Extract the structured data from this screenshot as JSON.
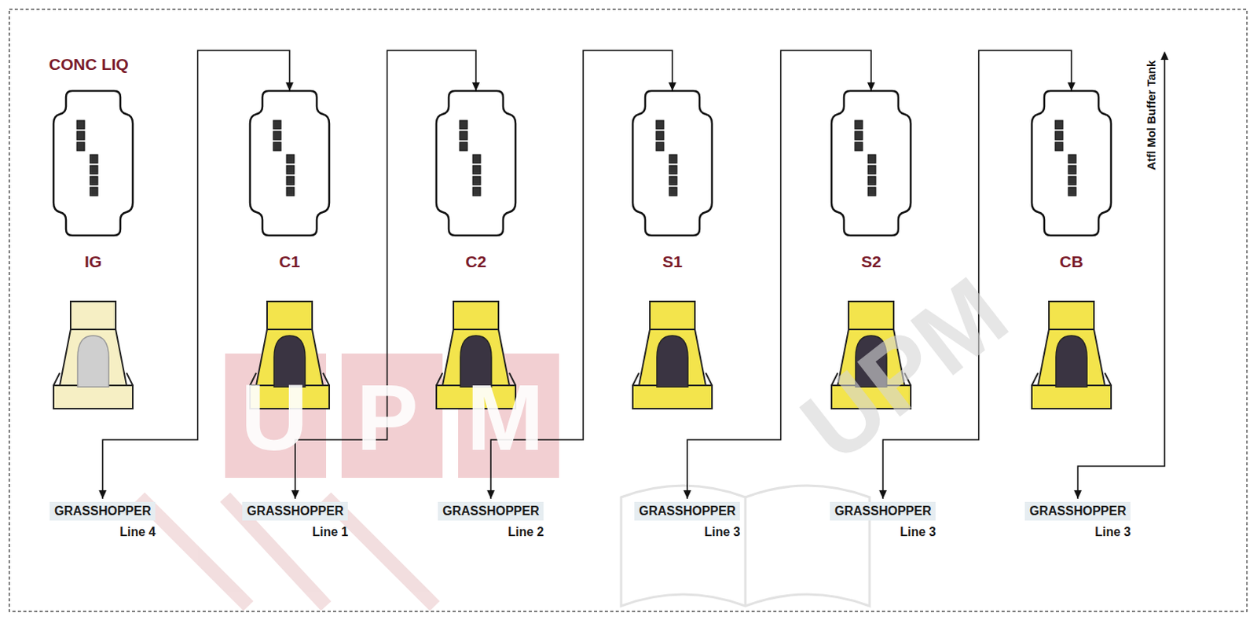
{
  "diagram": {
    "nodes": [
      {
        "text": [
          "CONC LIQ",
          "IG"
        ]
      },
      {
        "text": [
          "C1"
        ]
      },
      {
        "text": [
          "C2"
        ]
      },
      {
        "text": [
          "S1"
        ]
      },
      {
        "text": [
          "S2"
        ]
      },
      {
        "text": [
          "CB"
        ]
      },
      {
        "text": [
          "GRASSHOPPER",
          "Line 4"
        ]
      },
      {
        "text": [
          "GRASSHOPPER",
          "Line 1"
        ]
      },
      {
        "text": [
          "GRASSHOPPER",
          "Line 2"
        ]
      },
      {
        "text": [
          "GRASSHOPPER",
          "Line 3"
        ]
      },
      {
        "text": [
          "GRASSHOPPER",
          "Line 3"
        ]
      },
      {
        "text": [
          "GRASSHOPPER",
          "Line 3"
        ]
      }
    ],
    "edges": [
      {
        "from": 6,
        "to": 1,
        "arrow": "both"
      },
      {
        "from": 7,
        "to": 2,
        "arrow": "both"
      },
      {
        "from": 8,
        "to": 3,
        "arrow": "both"
      },
      {
        "from": 9,
        "to": 4,
        "arrow": "both"
      },
      {
        "from": 10,
        "to": 5,
        "arrow": "both"
      }
    ],
    "labels": [
      "Atfl Mol Buffer Tank",
      "UPM",
      "UPM"
    ]
  }
}
